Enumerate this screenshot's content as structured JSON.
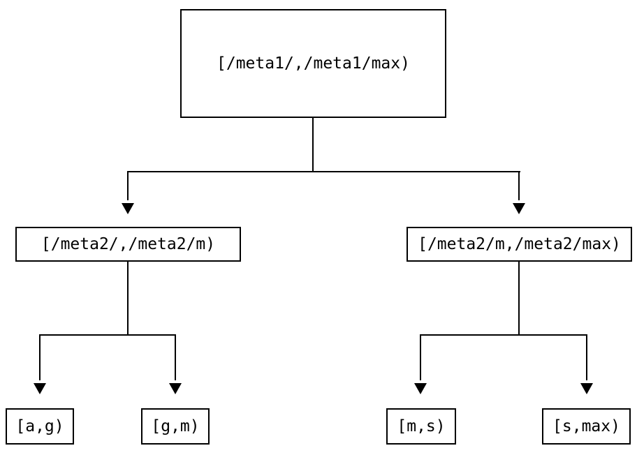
{
  "diagram": {
    "type": "tree",
    "background_color": "#ffffff",
    "line_color": "#000000",
    "text_color": "#000000",
    "node_border_color": "#000000",
    "nodes": {
      "root": {
        "label": "[/meta1/,/meta1/max)"
      },
      "meta2_low": {
        "label": "[/meta2/,/meta2/m)"
      },
      "meta2_high": {
        "label": "[/meta2/m,/meta2/max)"
      },
      "leaf_a_g": {
        "label": "[a,g)"
      },
      "leaf_g_m": {
        "label": "[g,m)"
      },
      "leaf_m_s": {
        "label": "[m,s)"
      },
      "leaf_s_max": {
        "label": "[s,max)"
      }
    },
    "edges": [
      {
        "from": "root",
        "to": "meta2_low"
      },
      {
        "from": "root",
        "to": "meta2_high"
      },
      {
        "from": "meta2_low",
        "to": "leaf_a_g"
      },
      {
        "from": "meta2_low",
        "to": "leaf_g_m"
      },
      {
        "from": "meta2_high",
        "to": "leaf_m_s"
      },
      {
        "from": "meta2_high",
        "to": "leaf_s_max"
      }
    ]
  }
}
